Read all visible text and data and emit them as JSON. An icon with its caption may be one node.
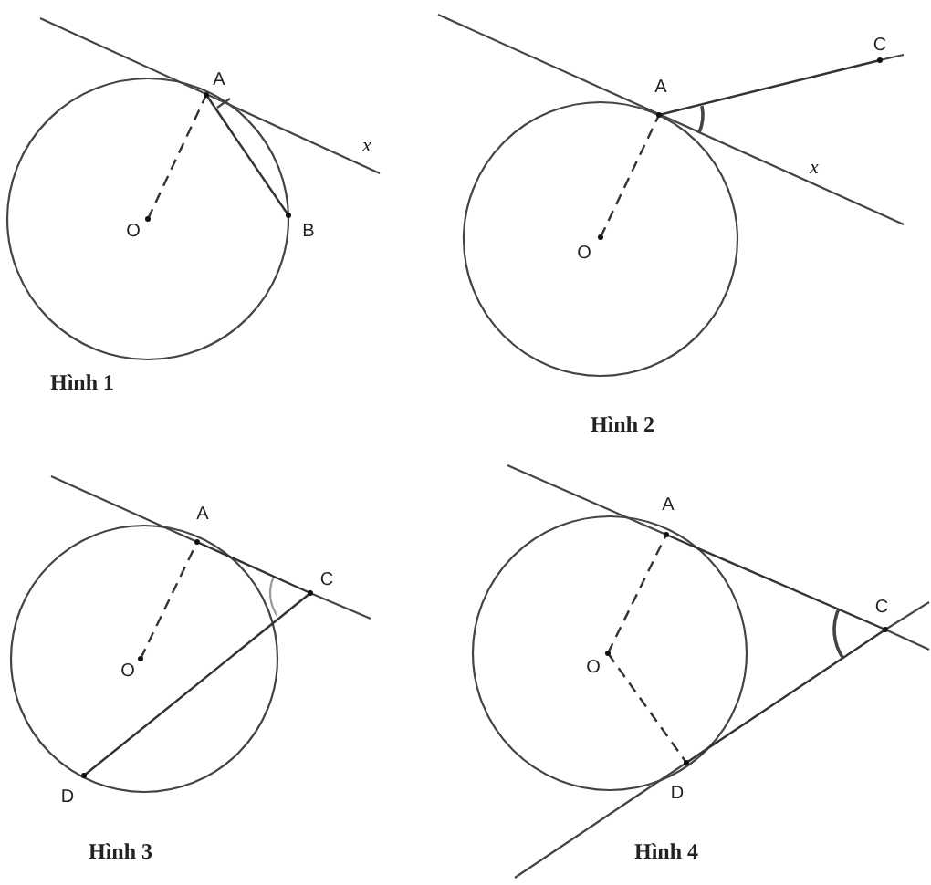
{
  "diagram": {
    "nodes": [
      {
        "text": [
          "A"
        ]
      },
      {
        "text": [
          "O"
        ]
      },
      {
        "text": [
          "B"
        ]
      },
      {
        "text": [
          "A"
        ]
      },
      {
        "text": [
          "O"
        ]
      },
      {
        "text": [
          "C"
        ]
      },
      {
        "text": [
          "A"
        ]
      },
      {
        "text": [
          "O"
        ]
      },
      {
        "text": [
          "C"
        ]
      },
      {
        "text": [
          "D"
        ]
      },
      {
        "text": [
          "A"
        ]
      },
      {
        "text": [
          "O"
        ]
      },
      {
        "text": [
          "C"
        ]
      },
      {
        "text": [
          "D"
        ]
      }
    ],
    "edges": [
      {
        "from": 1,
        "to": 0,
        "arrow": "none",
        "style": "dashed"
      },
      {
        "from": 0,
        "to": 2,
        "arrow": "none"
      },
      {
        "from": 4,
        "to": 3,
        "arrow": "none",
        "style": "dashed"
      },
      {
        "from": 3,
        "to": 5,
        "arrow": "none"
      },
      {
        "from": 7,
        "to": 6,
        "arrow": "none",
        "style": "dashed"
      },
      {
        "from": 6,
        "to": 8,
        "arrow": "none"
      },
      {
        "from": 8,
        "to": 9,
        "arrow": "none"
      },
      {
        "from": 11,
        "to": 10,
        "arrow": "none",
        "style": "dashed"
      },
      {
        "from": 11,
        "to": 13,
        "arrow": "none",
        "style": "dashed"
      },
      {
        "from": 10,
        "to": 12,
        "arrow": "none"
      },
      {
        "from": 13,
        "to": 12,
        "arrow": "none"
      }
    ],
    "labels": [
      "x",
      "Hình 1",
      "x",
      "Hình 2",
      "Hình 3",
      "Hình 4"
    ]
  }
}
